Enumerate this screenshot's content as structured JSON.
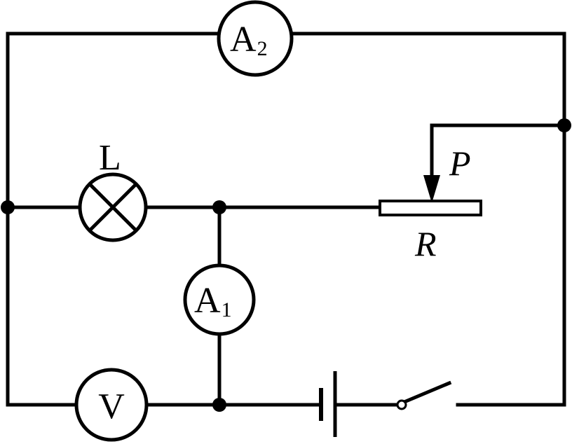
{
  "components": {
    "ammeter_2": {
      "letter": "A",
      "sub": "2"
    },
    "ammeter_1": {
      "letter": "A",
      "sub": "1"
    },
    "voltmeter": {
      "letter": "V"
    },
    "lamp": {
      "label": "L"
    },
    "rheostat": {
      "label": "R",
      "slider_label": "P"
    }
  },
  "colors": {
    "ink": "#000000",
    "background": "#ffffff"
  }
}
